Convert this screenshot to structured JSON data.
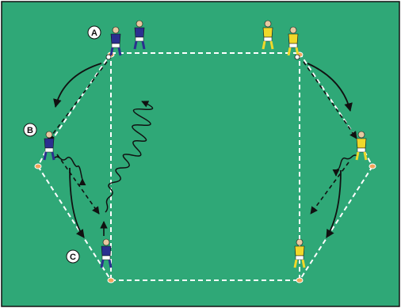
{
  "pitch": {
    "grass_color": "#2fa877",
    "border_color": "#111111",
    "line_color": "#ffffff"
  },
  "labels": {
    "a": "A",
    "b": "B",
    "c": "C"
  },
  "teams": {
    "blue": {
      "shirt": "#2b2f8f",
      "shorts": "#ffffff",
      "socks": "#2b2f8f"
    },
    "yellow": {
      "shirt": "#f0d82a",
      "shorts": "#ffffff",
      "socks": "#f0d82a"
    }
  },
  "cone_color": "#f2a55c"
}
